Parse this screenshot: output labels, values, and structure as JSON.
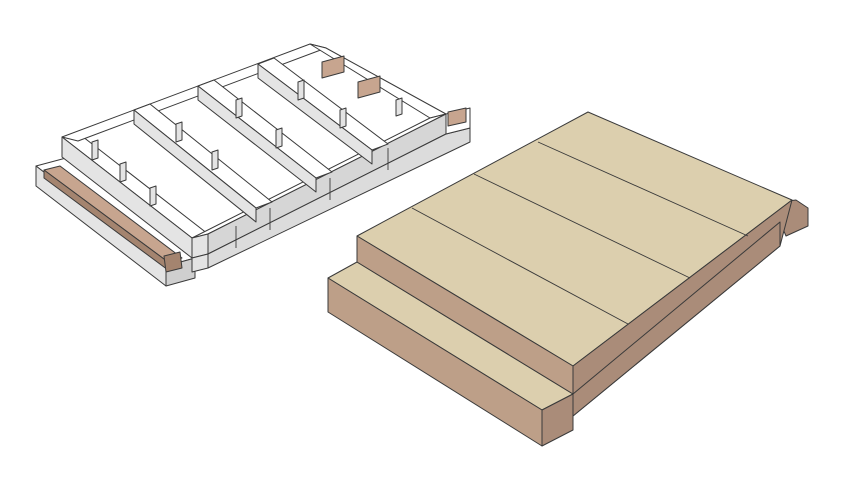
{
  "illustration": {
    "frame": {
      "components": [
        "platform-frame",
        "step-frame",
        "cross-joists",
        "blocking"
      ],
      "colors": {
        "lumber-top": "#ffffff",
        "lumber-side": "#e4e4e4",
        "lumber-shade": "#cfcfcf",
        "blocking-top": "#c7a58f",
        "blocking-side": "#a4846f"
      }
    },
    "finished": {
      "components": [
        "platform-top",
        "plywood-seams",
        "platform-front",
        "platform-side",
        "step-top",
        "step-front",
        "step-side"
      ],
      "colors": {
        "top": "#dccfae",
        "front": "#bd9f88",
        "side": "#aa8c79",
        "edge": "#3a3a3a"
      }
    }
  }
}
